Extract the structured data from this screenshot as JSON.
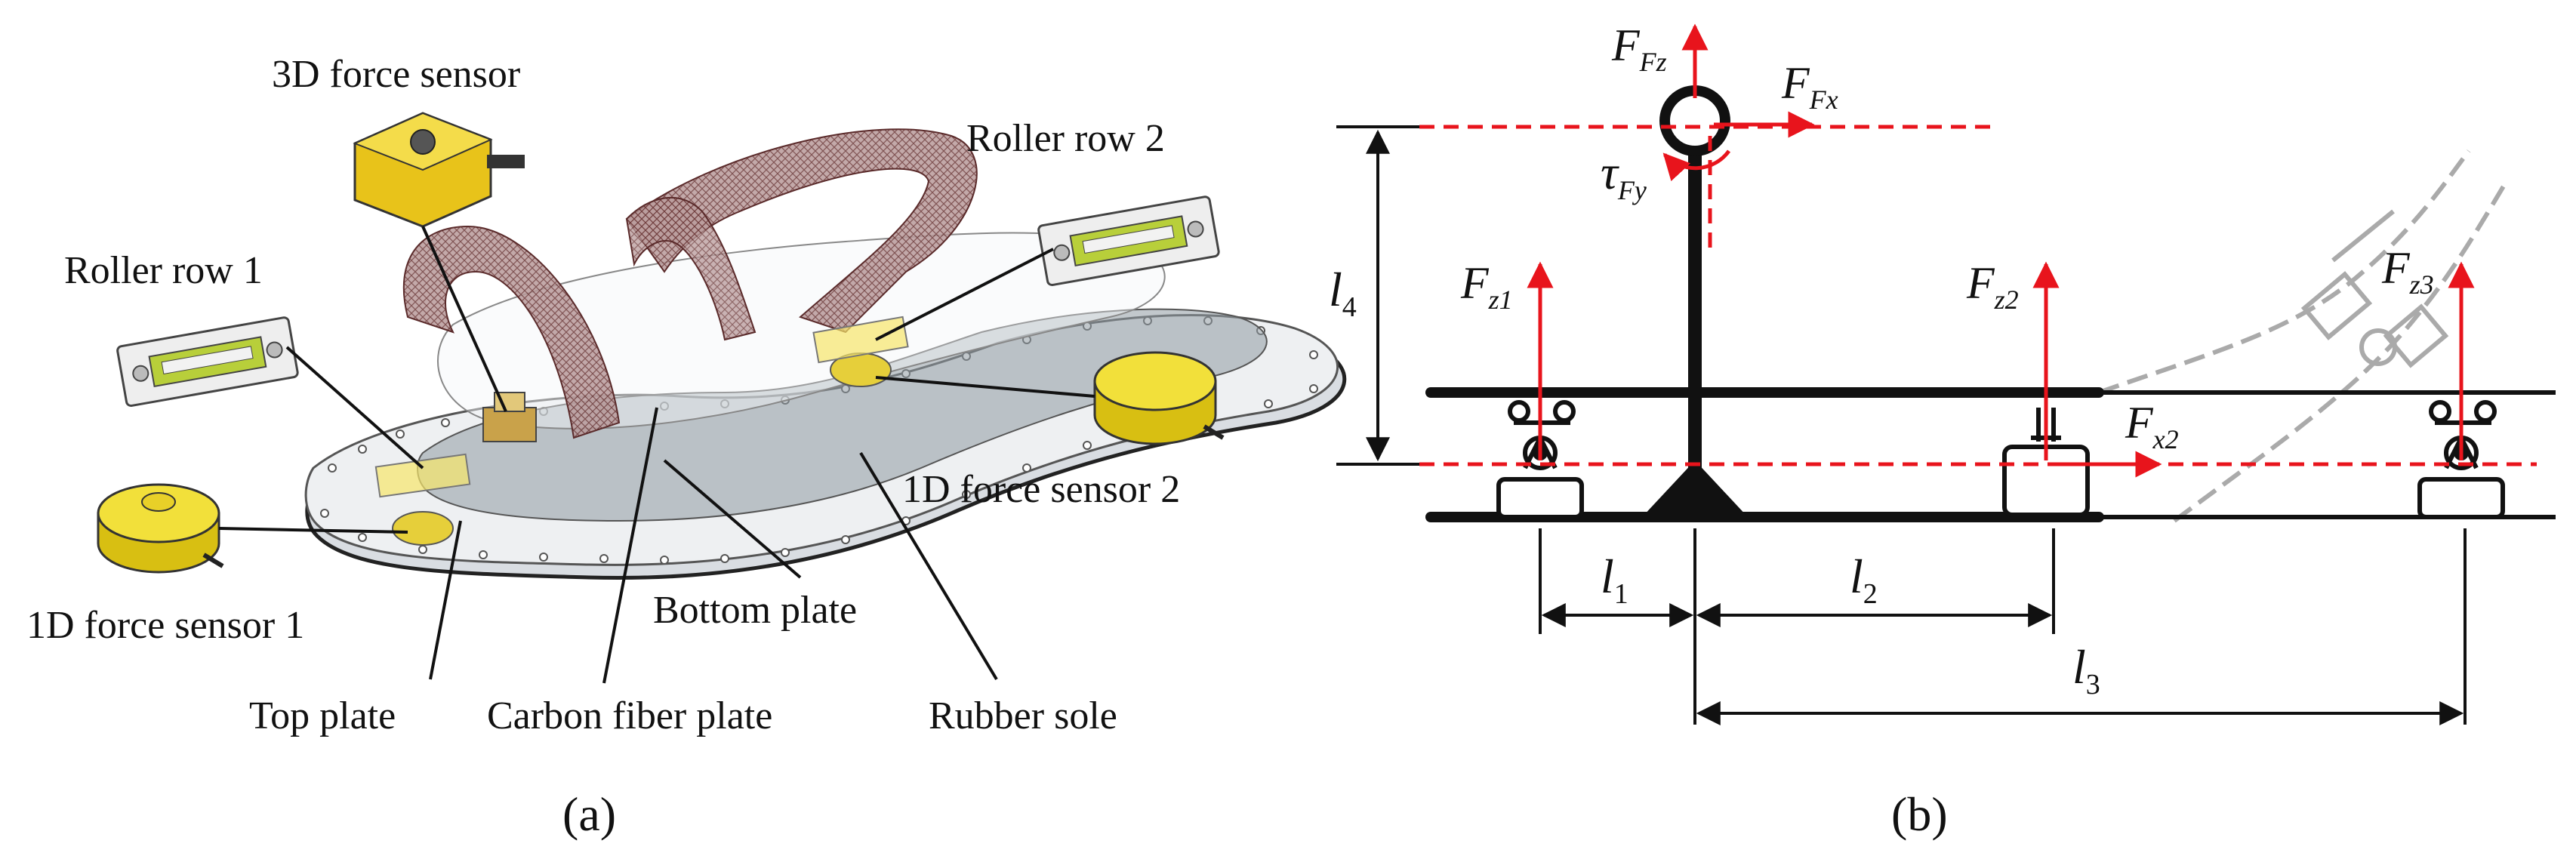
{
  "panel_a": {
    "caption": "(a)",
    "labels": {
      "sensor3d": "3D force sensor",
      "roller1": "Roller row 1",
      "roller2": "Roller row 2",
      "sensor1d_1": "1D force sensor 1",
      "sensor1d_2": "1D force sensor 2",
      "bottom_plate": "Bottom plate",
      "top_plate": "Top plate",
      "carbon_plate": "Carbon fiber plate",
      "rubber_sole": "Rubber sole"
    }
  },
  "panel_b": {
    "caption": "(b)",
    "forces": {
      "fz_main": "F",
      "fz_main_sub": "Fz",
      "fx_main": "F",
      "fx_main_sub": "Fx",
      "tau": "τ",
      "tau_sub": "Fy",
      "fz1": "F",
      "fz1_sub": "z1",
      "fz2": "F",
      "fz2_sub": "z2",
      "fz3": "F",
      "fz3_sub": "z3",
      "fx2": "F",
      "fx2_sub": "x2"
    },
    "dimensions": {
      "l1": "l",
      "l1_sub": "1",
      "l2": "l",
      "l2_sub": "2",
      "l3": "l",
      "l3_sub": "3",
      "l4": "l",
      "l4_sub": "4"
    },
    "colors": {
      "force": "#e8141c",
      "structure": "#111111",
      "ghost": "#aaaaaa"
    }
  }
}
